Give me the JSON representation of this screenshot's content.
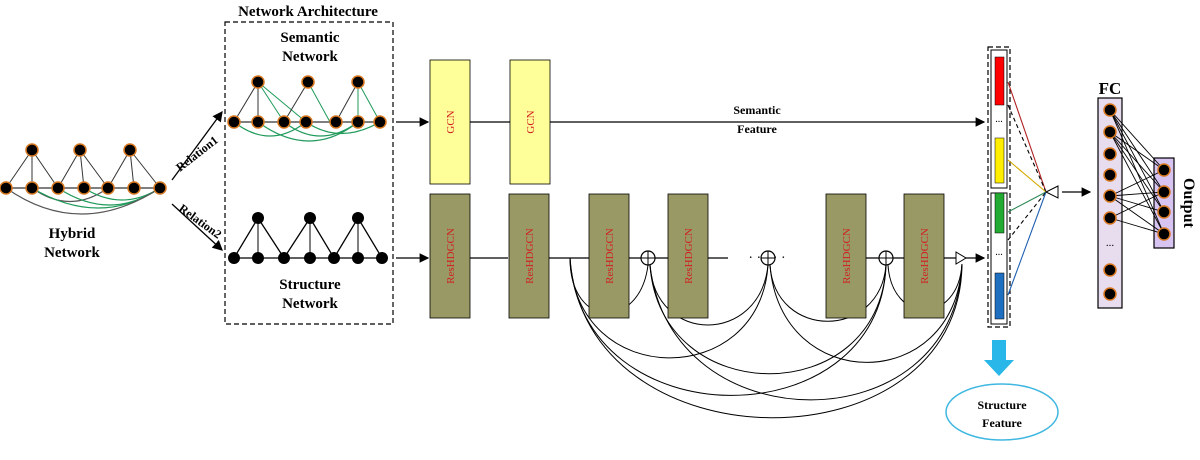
{
  "hybrid": {
    "line1": "Hybrid",
    "line2": "Network"
  },
  "relations": {
    "r1": "Relation1",
    "r2": "Relation2"
  },
  "arch": {
    "title": "Network Architecture",
    "semantic_line1": "Semantic",
    "semantic_line2": "Network",
    "structure_line1": "Structure",
    "structure_line2": "Network"
  },
  "gcn_blocks": [
    "GCN",
    "GCN"
  ],
  "res_blocks": [
    "ResHDGCN",
    "ResHDGCN",
    "ResHDGCN",
    "ResHDGCN",
    "ResHDGCN",
    "ResHDGCN"
  ],
  "semantic_feature": {
    "line1": "Semantic",
    "line2": "Feature"
  },
  "structure_feature": {
    "line1": "Structure",
    "line2": "Feature"
  },
  "fc_label": "FC",
  "output_label": "Output",
  "dots": "· · · · ·",
  "ellipsis": "...",
  "colors": {
    "gcn_fill": "#ffff99",
    "res_fill": "#999966",
    "green_edge": "#1f9a5a",
    "node_stroke": "#d6761f",
    "fc_fill": "#e8dcef",
    "output_fill": "#d7c4f0",
    "bar_red": "#ff0000",
    "bar_yellow": "#ffee00",
    "bar_green": "#22aa33",
    "bar_blue": "#1f6fc0",
    "feature_arrow": "#29b6e8",
    "ellipse_stroke": "#3fb7e0"
  }
}
